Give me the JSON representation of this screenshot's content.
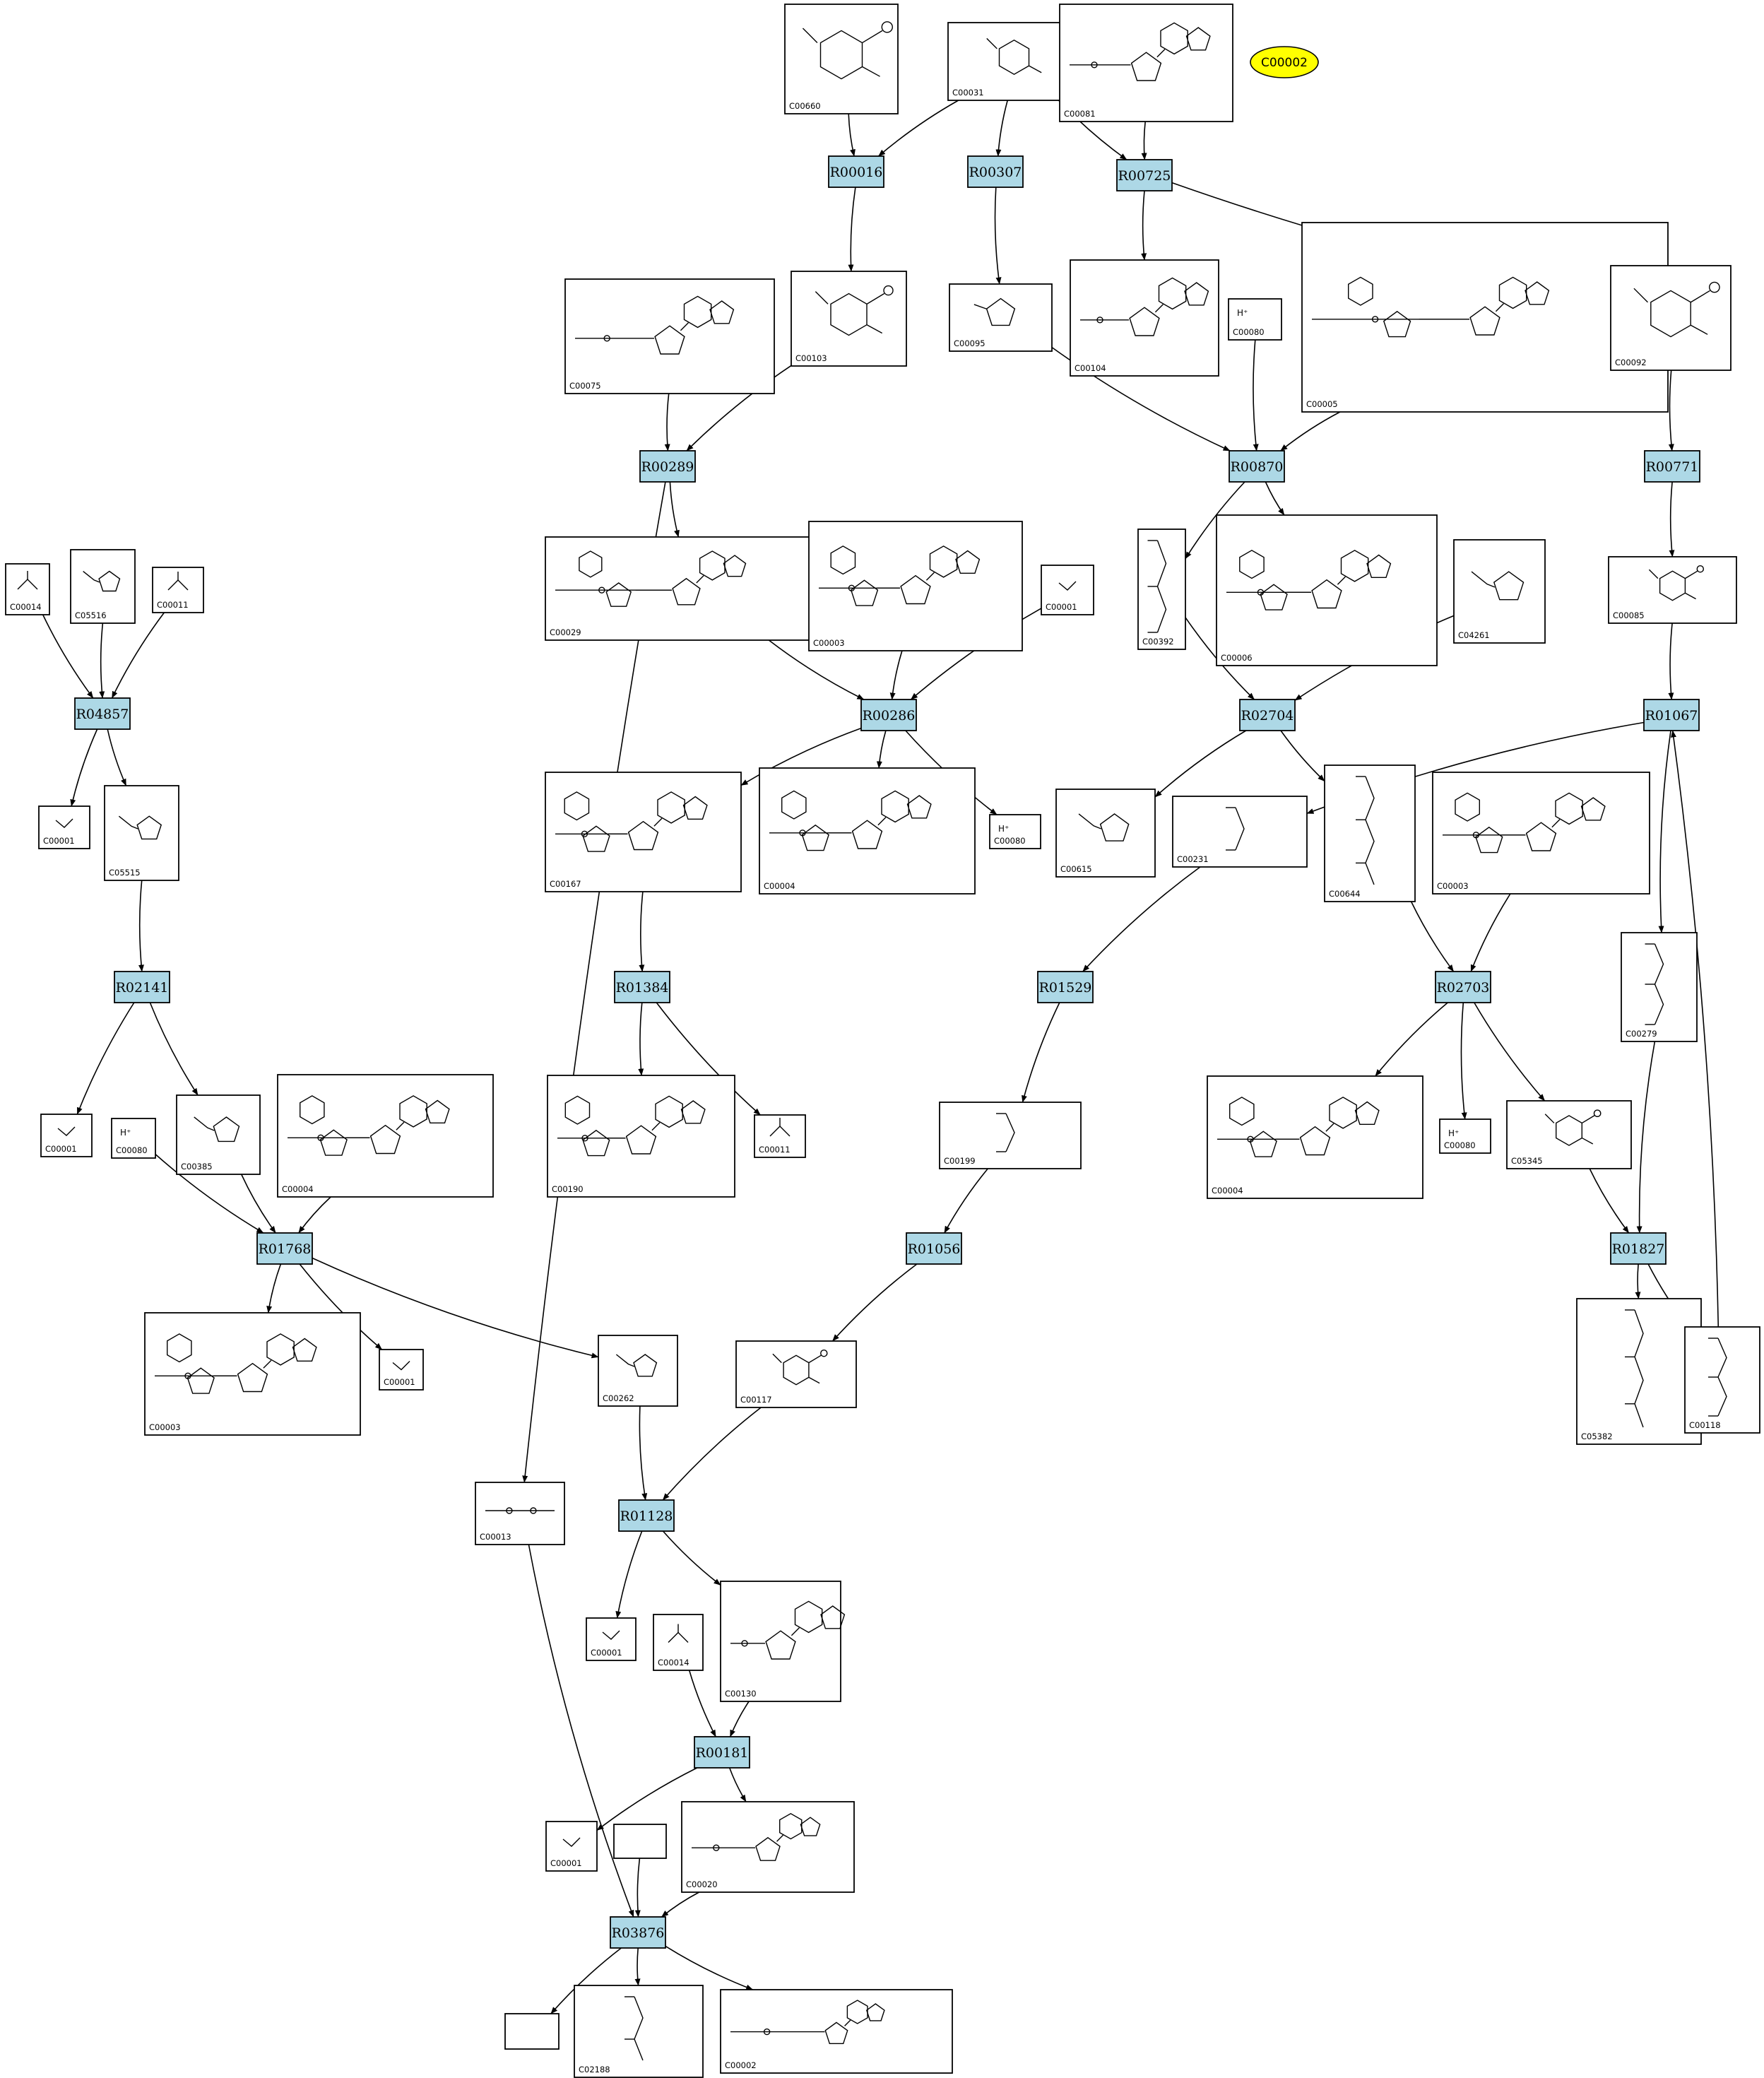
{
  "highlighted_compound": "C00002",
  "colors": {
    "reaction_fill": "#add8e6",
    "highlight_fill": "#ffff00",
    "edge": "#000000"
  },
  "reactions": [
    "R00016",
    "R00307",
    "R00725",
    "R00289",
    "R00870",
    "R00771",
    "R04857",
    "R00286",
    "R02704",
    "R01067",
    "R02141",
    "R01384",
    "R01529",
    "R02703",
    "R01768",
    "R01056",
    "R01827",
    "R01128",
    "R00181",
    "R03876"
  ],
  "compounds": [
    {
      "id": "C00660",
      "label": "C00660",
      "glyph": "phospho-sugar"
    },
    {
      "id": "C00031",
      "label": "C00031",
      "glyph": "hexose"
    },
    {
      "id": "C00081",
      "label": "C00081",
      "glyph": "nucleotide"
    },
    {
      "id": "C00075",
      "label": "C00075",
      "glyph": "nucleotide"
    },
    {
      "id": "C00103",
      "label": "C00103",
      "glyph": "phospho-sugar"
    },
    {
      "id": "C00095",
      "label": "C00095",
      "glyph": "sugar-ring"
    },
    {
      "id": "C00104",
      "label": "C00104",
      "glyph": "nucleotide"
    },
    {
      "id": "C00080a",
      "label": "C00080",
      "text": "H⁺"
    },
    {
      "id": "C00005",
      "label": "C00005",
      "glyph": "dinucleotide"
    },
    {
      "id": "C00092",
      "label": "C00092",
      "glyph": "phospho-sugar"
    },
    {
      "id": "C00014a",
      "label": "C00014",
      "glyph": "small"
    },
    {
      "id": "C05516",
      "label": "C05516",
      "glyph": "ring-small"
    },
    {
      "id": "C00011a",
      "label": "C00011",
      "glyph": "small"
    },
    {
      "id": "C00029",
      "label": "C00029",
      "glyph": "dinucleotide"
    },
    {
      "id": "C00003a",
      "label": "C00003",
      "glyph": "dinucleotide"
    },
    {
      "id": "C00001a",
      "label": "C00001",
      "glyph": "water"
    },
    {
      "id": "C00392",
      "label": "C00392",
      "glyph": "chain"
    },
    {
      "id": "C00006",
      "label": "C00006",
      "glyph": "dinucleotide"
    },
    {
      "id": "C04261",
      "label": "C04261",
      "glyph": "ring-small"
    },
    {
      "id": "C00085",
      "label": "C00085",
      "glyph": "phospho-sugar"
    },
    {
      "id": "C00001b",
      "label": "C00001",
      "glyph": "water"
    },
    {
      "id": "C05515",
      "label": "C05515",
      "glyph": "ring-small"
    },
    {
      "id": "C00167",
      "label": "C00167",
      "glyph": "dinucleotide"
    },
    {
      "id": "C00004a",
      "label": "C00004",
      "glyph": "dinucleotide"
    },
    {
      "id": "C00080b",
      "label": "C00080",
      "text": "H⁺"
    },
    {
      "id": "C00615",
      "label": "C00615",
      "glyph": "ring-small"
    },
    {
      "id": "C00231",
      "label": "C00231",
      "glyph": "chain"
    },
    {
      "id": "C00644",
      "label": "C00644",
      "glyph": "chain"
    },
    {
      "id": "C00003b",
      "label": "C00003",
      "glyph": "dinucleotide"
    },
    {
      "id": "C00279",
      "label": "C00279",
      "glyph": "chain"
    },
    {
      "id": "C00001c",
      "label": "C00001",
      "glyph": "water"
    },
    {
      "id": "C00080c",
      "label": "C00080",
      "text": "H⁺"
    },
    {
      "id": "C00385",
      "label": "C00385",
      "glyph": "ring-small"
    },
    {
      "id": "C00004b",
      "label": "C00004",
      "glyph": "dinucleotide"
    },
    {
      "id": "C00190",
      "label": "C00190",
      "glyph": "dinucleotide"
    },
    {
      "id": "C00011b",
      "label": "C00011",
      "glyph": "small"
    },
    {
      "id": "C00199",
      "label": "C00199",
      "glyph": "chain"
    },
    {
      "id": "C00004c",
      "label": "C00004",
      "glyph": "dinucleotide"
    },
    {
      "id": "C00080d",
      "label": "C00080",
      "text": "H⁺"
    },
    {
      "id": "C05345",
      "label": "C05345",
      "glyph": "phospho-sugar"
    },
    {
      "id": "C00003c",
      "label": "C00003",
      "glyph": "dinucleotide"
    },
    {
      "id": "C00001d",
      "label": "C00001",
      "glyph": "water"
    },
    {
      "id": "C00262",
      "label": "C00262",
      "glyph": "ring-small"
    },
    {
      "id": "C00117",
      "label": "C00117",
      "glyph": "phospho-sugar"
    },
    {
      "id": "C05382",
      "label": "C05382",
      "glyph": "chain"
    },
    {
      "id": "C00118",
      "label": "C00118",
      "glyph": "chain"
    },
    {
      "id": "C00013",
      "label": "C00013",
      "glyph": "diphosphate"
    },
    {
      "id": "C00001e",
      "label": "C00001",
      "glyph": "water"
    },
    {
      "id": "C00014b",
      "label": "C00014",
      "glyph": "small"
    },
    {
      "id": "C00130",
      "label": "C00130",
      "glyph": "nucleotide"
    },
    {
      "id": "C00001f",
      "label": "C00001",
      "glyph": "water"
    },
    {
      "id": "blank1",
      "label": ""
    },
    {
      "id": "C00020",
      "label": "C00020",
      "glyph": "nucleotide"
    },
    {
      "id": "blank2",
      "label": ""
    },
    {
      "id": "C02188",
      "label": "C02188",
      "glyph": "chain"
    },
    {
      "id": "C00002",
      "label": "C00002",
      "glyph": "nucleotide"
    }
  ],
  "edges": [
    [
      "C00660",
      "R00016"
    ],
    [
      "C00031",
      "R00016"
    ],
    [
      "C00031",
      "R00307"
    ],
    [
      "C00031",
      "R00725"
    ],
    [
      "C00081",
      "R00725"
    ],
    [
      "R00016",
      "C00103"
    ],
    [
      "R00307",
      "C00095"
    ],
    [
      "R00725",
      "C00104"
    ],
    [
      "R00725",
      "C00092"
    ],
    [
      "C00075",
      "R00289"
    ],
    [
      "C00103",
      "R00289"
    ],
    [
      "R00289",
      "C00029"
    ],
    [
      "R00289",
      "C00013"
    ],
    [
      "C00095",
      "R00870"
    ],
    [
      "C00080a",
      "R00870"
    ],
    [
      "C00005",
      "R00870"
    ],
    [
      "R00870",
      "C00392"
    ],
    [
      "R00870",
      "C00006"
    ],
    [
      "C00092",
      "R00771"
    ],
    [
      "R00771",
      "C00085"
    ],
    [
      "C00014a",
      "R04857"
    ],
    [
      "C05516",
      "R04857"
    ],
    [
      "C00011a",
      "R04857"
    ],
    [
      "R04857",
      "C00001b"
    ],
    [
      "R04857",
      "C05515"
    ],
    [
      "C00029",
      "R00286"
    ],
    [
      "C00003a",
      "R00286"
    ],
    [
      "C00001a",
      "R00286"
    ],
    [
      "R00286",
      "C00167"
    ],
    [
      "R00286",
      "C00004a"
    ],
    [
      "R00286",
      "C00080b"
    ],
    [
      "C00392",
      "R02704"
    ],
    [
      "C04261",
      "R02704"
    ],
    [
      "R02704",
      "C00615"
    ],
    [
      "R02704",
      "C00644"
    ],
    [
      "C00085",
      "R01067"
    ],
    [
      "R01067",
      "C00231"
    ],
    [
      "R01067",
      "C00279"
    ],
    [
      "C00118",
      "R01067"
    ],
    [
      "C05515",
      "R02141"
    ],
    [
      "R02141",
      "C00001c"
    ],
    [
      "R02141",
      "C00385"
    ],
    [
      "C00167",
      "R01384"
    ],
    [
      "R01384",
      "C00190"
    ],
    [
      "R01384",
      "C00011b"
    ],
    [
      "C00231",
      "R01529"
    ],
    [
      "R01529",
      "C00199"
    ],
    [
      "C00644",
      "R02703"
    ],
    [
      "C00003b",
      "R02703"
    ],
    [
      "R02703",
      "C00004c"
    ],
    [
      "R02703",
      "C00080d"
    ],
    [
      "R02703",
      "C05345"
    ],
    [
      "C00080c",
      "R01768"
    ],
    [
      "C00385",
      "R01768"
    ],
    [
      "C00004b",
      "R01768"
    ],
    [
      "R01768",
      "C00003c"
    ],
    [
      "R01768",
      "C00001d"
    ],
    [
      "R01768",
      "C00262"
    ],
    [
      "C00199",
      "R01056"
    ],
    [
      "R01056",
      "C00117"
    ],
    [
      "C00279",
      "R01827"
    ],
    [
      "C05345",
      "R01827"
    ],
    [
      "R01827",
      "C05382"
    ],
    [
      "R01827",
      "C00118"
    ],
    [
      "C00262",
      "R01128"
    ],
    [
      "C00117",
      "R01128"
    ],
    [
      "R01128",
      "C00001e"
    ],
    [
      "R01128",
      "C00130"
    ],
    [
      "C00014b",
      "R00181"
    ],
    [
      "C00130",
      "R00181"
    ],
    [
      "R00181",
      "C00001f"
    ],
    [
      "R00181",
      "C00020"
    ],
    [
      "C00013",
      "R03876"
    ],
    [
      "blank1",
      "R03876"
    ],
    [
      "C00020",
      "R03876"
    ],
    [
      "R03876",
      "blank2"
    ],
    [
      "R03876",
      "C02188"
    ],
    [
      "R03876",
      "C00002"
    ]
  ]
}
